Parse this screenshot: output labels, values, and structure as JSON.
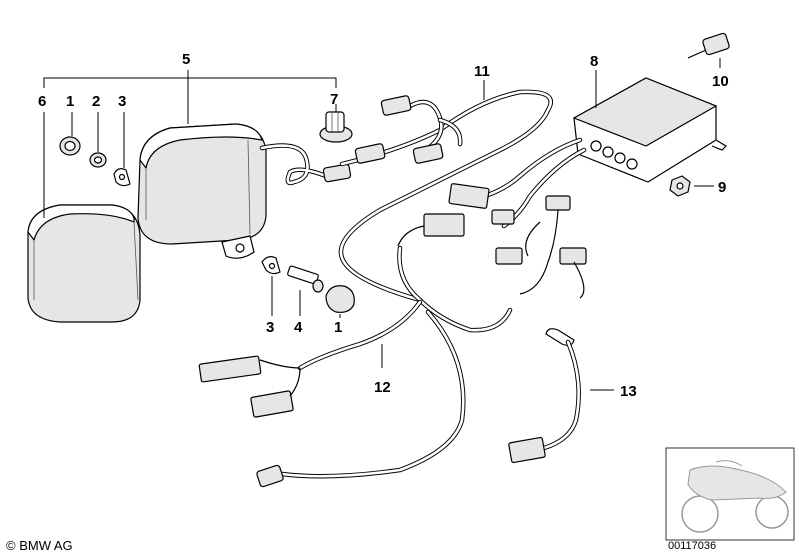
{
  "labels": {
    "l1a": "1",
    "l2": "2",
    "l3a": "3",
    "l5": "5",
    "l6": "6",
    "l7": "7",
    "l8": "8",
    "l9": "9",
    "l10": "10",
    "l11": "11",
    "l12": "12",
    "l13": "13",
    "l3b": "3",
    "l4": "4",
    "l1b": "1"
  },
  "footer": {
    "copyright": "© BMW AG",
    "diagram_id": "00117036"
  }
}
